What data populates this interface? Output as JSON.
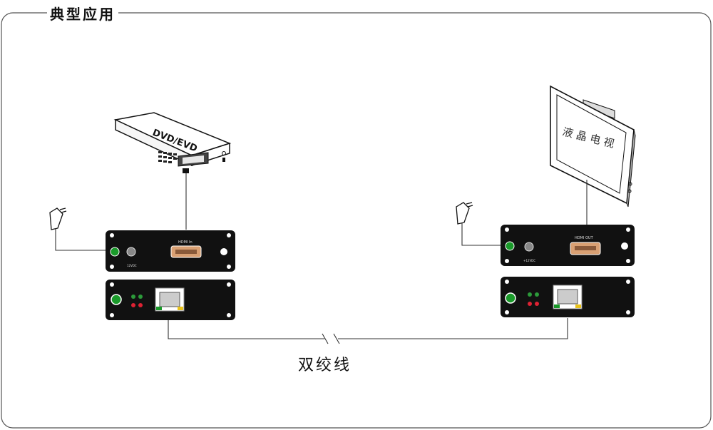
{
  "section_title": "典型应用",
  "cable_label": "双绞线",
  "source_device_label": "DVD/EVD",
  "screen_text": "液 晶 电 视",
  "tx_port_label": "HDMI In",
  "rx_port_label": "HDMI OUT",
  "tx_power_label": "12VDC",
  "rx_power_label": "+12VDC"
}
